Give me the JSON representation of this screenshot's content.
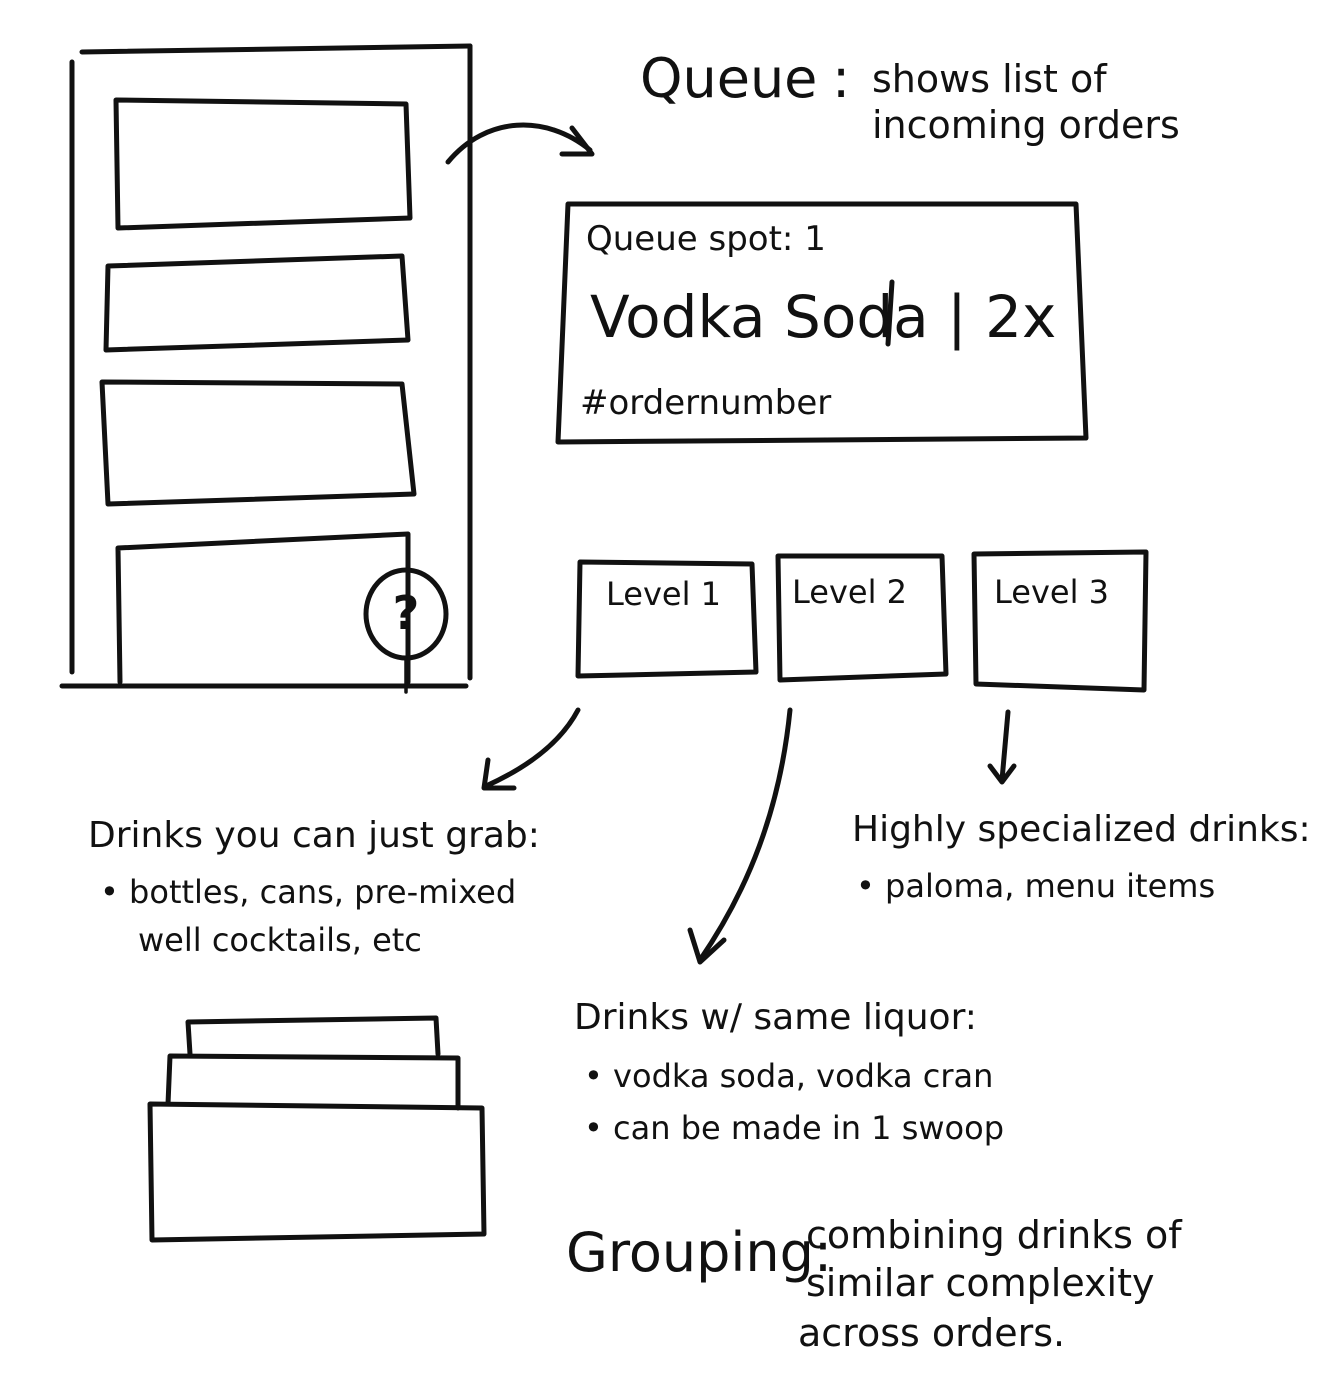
{
  "queue_note": {
    "label": "Queue",
    "separator": ":",
    "line1": "shows list of",
    "line2": "incoming orders"
  },
  "order_card": {
    "queue_spot": "Queue spot: 1",
    "drink_line": "Vodka Soda | 2x",
    "order_number": "#ordernumber"
  },
  "help_button": {
    "glyph": "?",
    "icon": "question-mark-icon"
  },
  "levels": [
    {
      "label": "Level 1"
    },
    {
      "label": "Level 2"
    },
    {
      "label": "Level 3"
    }
  ],
  "level1_note": {
    "title": "Drinks you can just grab:",
    "bullet_line1": "• bottles, cans, pre-mixed",
    "bullet_line2": "well cocktails, etc"
  },
  "level2_note": {
    "title": "Drinks w/ same liquor:",
    "bullets": [
      "• vodka soda, vodka cran",
      "• can be made in 1 swoop"
    ]
  },
  "level3_note": {
    "title": "Highly specialized drinks:",
    "bullets": [
      "• paloma, menu items"
    ]
  },
  "grouping_note": {
    "label": "Grouping:",
    "line1": "combining drinks of",
    "line2": "similar complexity",
    "line3": "across orders."
  }
}
